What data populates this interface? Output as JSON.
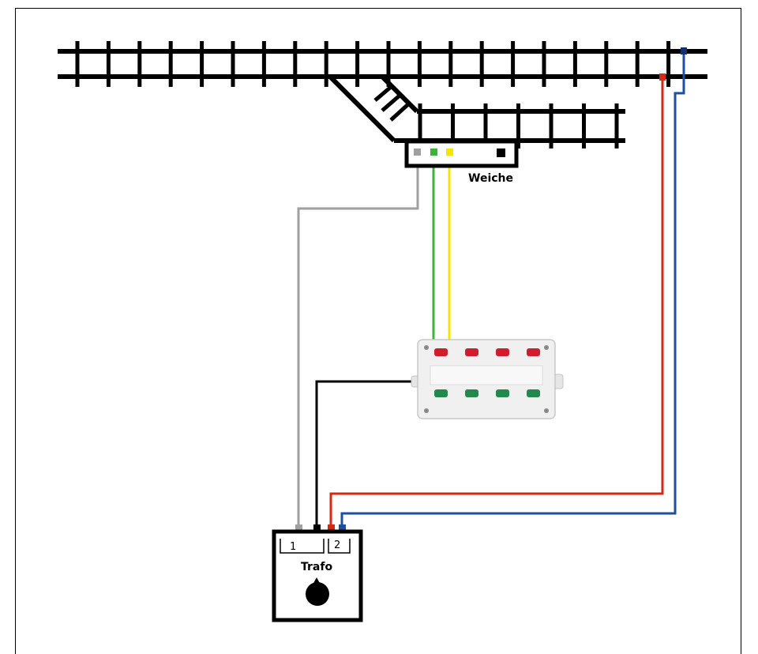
{
  "labels": {
    "switch": "Weiche",
    "transformer": "Trafo",
    "terminal_1": "1",
    "terminal_2": "2"
  },
  "colors": {
    "rail": "#000000",
    "wire_gray": "#a0a0a0",
    "wire_green": "#3cb43c",
    "wire_yellow": "#f5e600",
    "wire_black": "#000000",
    "wire_red": "#d42a12",
    "wire_blue": "#1e4fa0",
    "control_box": "#f0f0f0",
    "button_red": "#d11d2b",
    "button_green": "#1f8a4c"
  },
  "control_panel": {
    "button_rows": 2,
    "buttons_per_row": 4
  }
}
